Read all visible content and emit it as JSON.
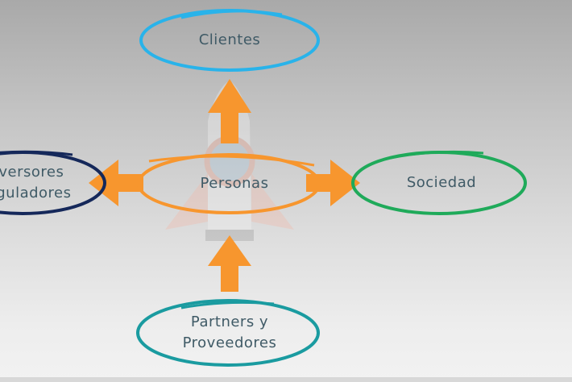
{
  "diagram": {
    "center": {
      "label": "Personas",
      "color": "#f7962e"
    },
    "nodes": {
      "top": {
        "label": "Clientes",
        "color": "#29b3ea"
      },
      "right": {
        "label": "Sociedad",
        "color": "#1faa5a"
      },
      "left": {
        "line1": "Inversores",
        "line2": "Reguladores",
        "color": "#15285a"
      },
      "bottom": {
        "line1": "Partners y",
        "line2": "Proveedores",
        "color": "#1a9ba0"
      }
    },
    "arrow_color": "#f7962e",
    "text_color": "#3f5a66",
    "background_icon": "rocket-icon"
  }
}
